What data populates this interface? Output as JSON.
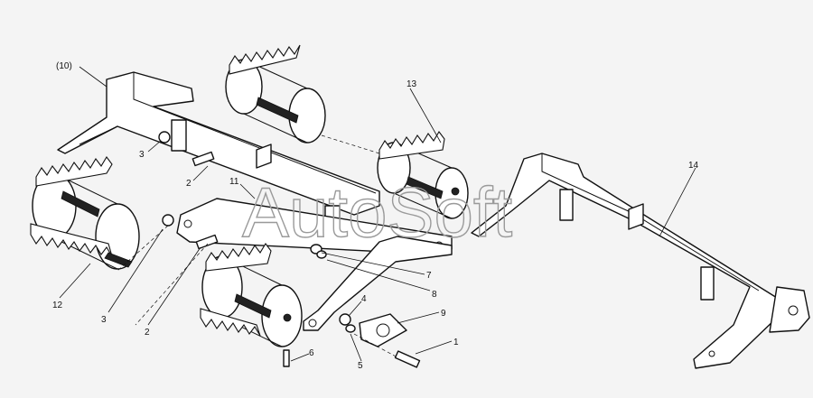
{
  "watermark": "AutoSoft",
  "callouts": {
    "c10": "(10)",
    "c13": "13",
    "c14": "14",
    "c11": "11",
    "c3a": "3",
    "c2a": "2",
    "c12": "12",
    "c3b": "3",
    "c2b": "2",
    "c7": "7",
    "c8": "8",
    "c4": "4",
    "c9": "9",
    "c1": "1",
    "c5": "5",
    "c6": "6"
  }
}
